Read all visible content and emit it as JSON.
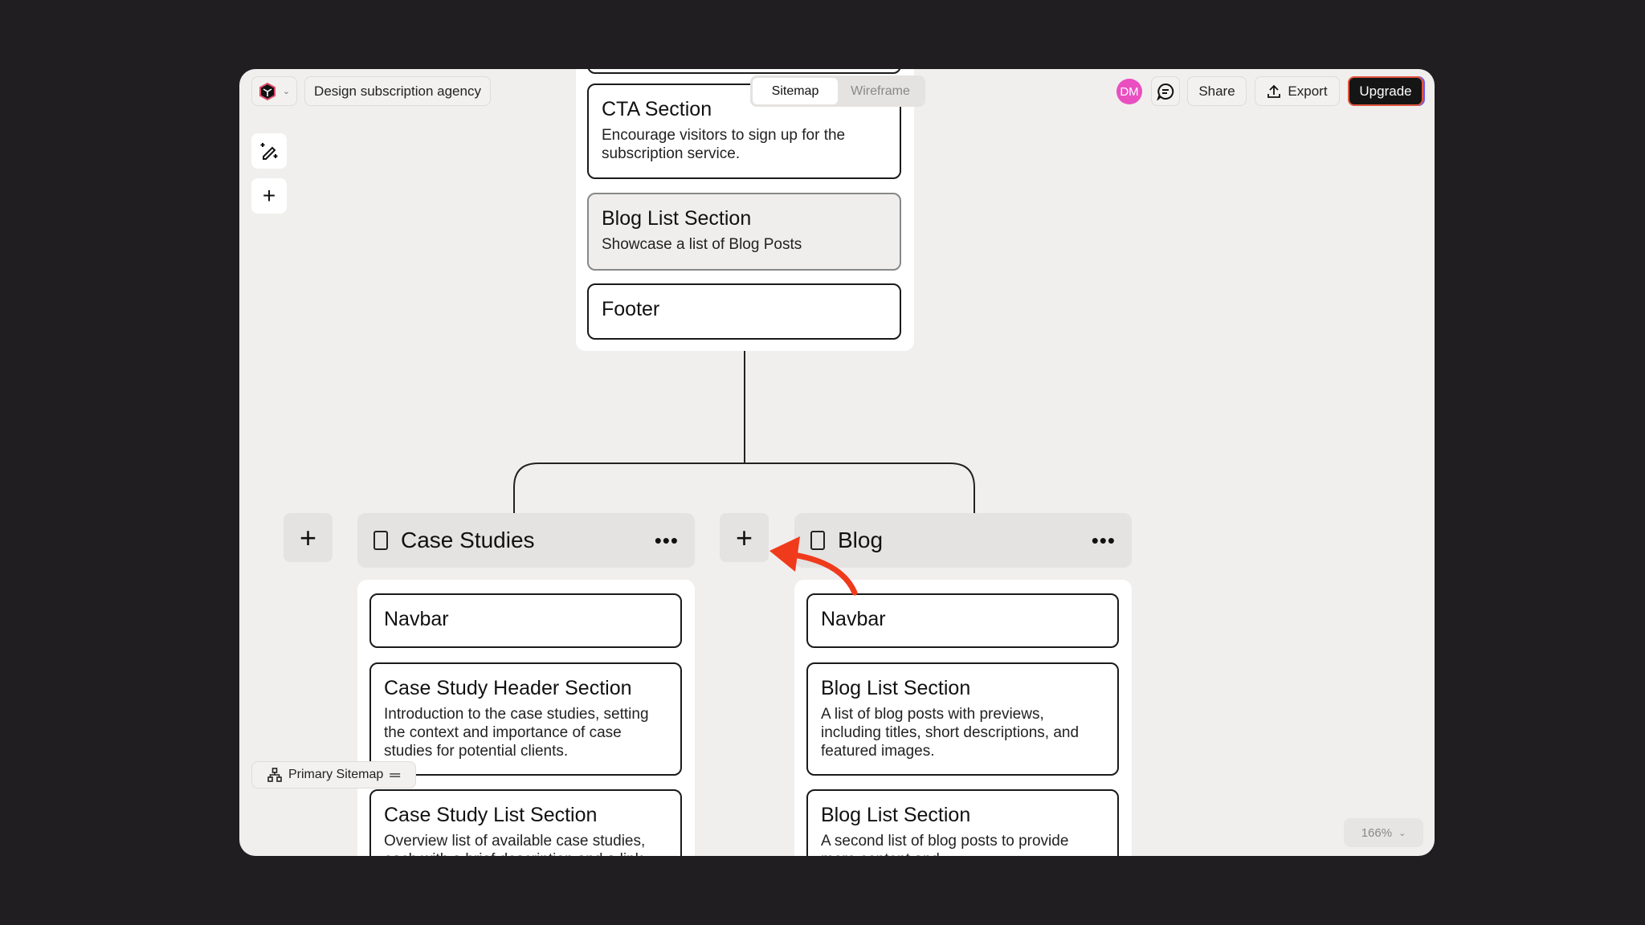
{
  "header": {
    "project_name": "Design subscription agency",
    "view_tabs": [
      {
        "label": "Sitemap",
        "active": true
      },
      {
        "label": "Wireframe",
        "active": false
      }
    ],
    "avatar_initials": "DM",
    "avatar_color": "#e94fc0",
    "share_label": "Share",
    "export_label": "Export",
    "upgrade_label": "Upgrade"
  },
  "top_page": {
    "sections": [
      {
        "title": "CTA Section",
        "description": "Encourage visitors to sign up for the subscription service."
      },
      {
        "title": "Blog List Section",
        "description": "Showcase a list of Blog Posts",
        "selected": true
      },
      {
        "title": "Footer",
        "description": ""
      }
    ]
  },
  "pages": [
    {
      "title": "Case Studies",
      "sections": [
        {
          "title": "Navbar",
          "description": ""
        },
        {
          "title": "Case Study Header Section",
          "description": "Introduction to the case studies, setting the context and importance of case studies for potential clients."
        },
        {
          "title": "Case Study List Section",
          "description": "Overview list of available case studies, each with a brief description and a link"
        }
      ]
    },
    {
      "title": "Blog",
      "sections": [
        {
          "title": "Navbar",
          "description": ""
        },
        {
          "title": "Blog List Section",
          "description": "A list of blog posts with previews, including titles, short descriptions, and featured images."
        },
        {
          "title": "Blog List Section",
          "description": "A second list of blog posts to provide more content and"
        }
      ]
    }
  ],
  "footer": {
    "sitemap_label": "Primary Sitemap",
    "zoom": "166%"
  },
  "accent_arrow_color": "#f03a1c"
}
